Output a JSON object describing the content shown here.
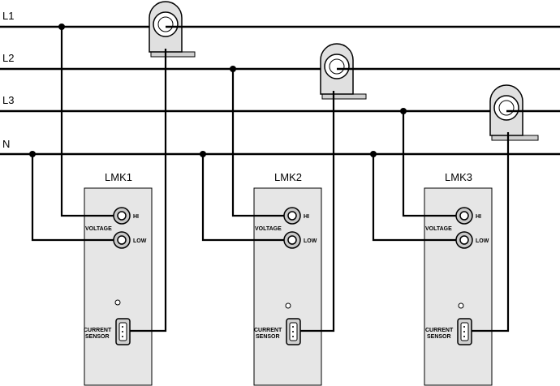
{
  "lines": [
    {
      "id": "L1",
      "label": "L1"
    },
    {
      "id": "L2",
      "label": "L2"
    },
    {
      "id": "L3",
      "label": "L3"
    },
    {
      "id": "N",
      "label": "N"
    }
  ],
  "units": [
    {
      "title": "LMK1",
      "hi_label": "HI",
      "low_label": "LOW",
      "voltage_label": "VOLTAGE",
      "current_label_1": "CURRENT",
      "current_label_2": "SENSOR"
    },
    {
      "title": "LMK2",
      "hi_label": "HI",
      "low_label": "LOW",
      "voltage_label": "VOLTAGE",
      "current_label_1": "CURRENT",
      "current_label_2": "SENSOR"
    },
    {
      "title": "LMK3",
      "hi_label": "HI",
      "low_label": "LOW",
      "voltage_label": "VOLTAGE",
      "current_label_1": "CURRENT",
      "current_label_2": "SENSOR"
    }
  ]
}
